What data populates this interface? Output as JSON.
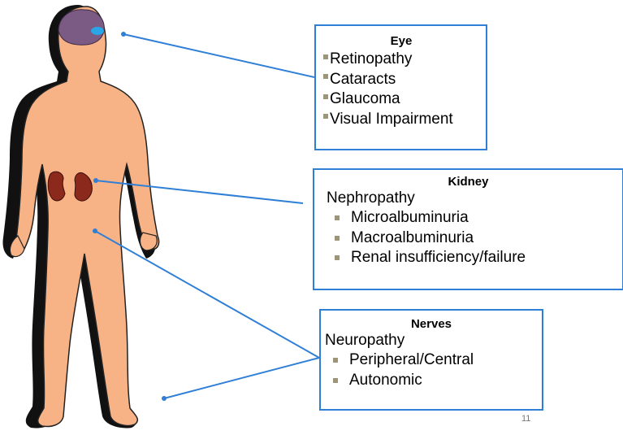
{
  "eye": {
    "title": "Eye",
    "items": [
      "Retinopathy",
      "Cataracts",
      "Glaucoma",
      "Visual Impairment"
    ]
  },
  "kidney": {
    "title": "Kidney",
    "subtitle": "Nephropathy",
    "items": [
      "Microalbuminuria",
      "Macroalbuminuria",
      "Renal insufficiency/failure"
    ]
  },
  "nerves": {
    "title": "Nerves",
    "subtitle": "Neuropathy",
    "items": [
      "Peripheral/Central",
      "Autonomic"
    ]
  },
  "page_number": "11",
  "colors": {
    "connector": "#2f7fd6",
    "skin": "#f7b386",
    "brain": "#7b5a84",
    "kidney": "#8b2a1c",
    "bullet": "#9c9577"
  }
}
